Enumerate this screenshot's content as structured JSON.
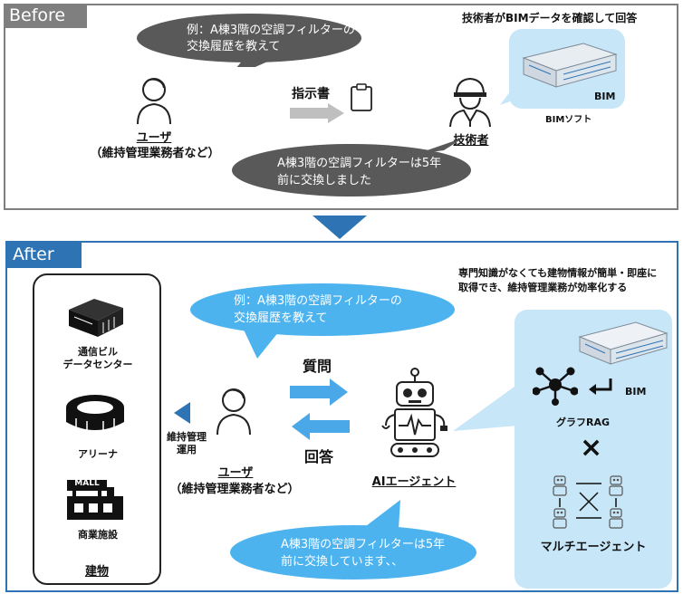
{
  "before": {
    "tab_label": "Before",
    "top_note": "技術者がBIMデータを確認して回答",
    "question_bubble": [
      "例：A棟3階の空調フィルターの",
      "交換履歴を教えて"
    ],
    "user_label": "ユーザ",
    "user_sub": "（維持管理業務者など）",
    "instruction_label": "指示書",
    "engineer_label": "技術者",
    "answer_bubble": [
      "A棟3階の空調フィルターは5年",
      "前に交換しました"
    ],
    "bim_tag": "BIM",
    "bim_soft_label": "BIMソフト"
  },
  "after": {
    "tab_label": "After",
    "top_note": [
      "専門知識がなくても建物情報が簡単・即座に",
      "取得でき、維持管理業務が効率化する"
    ],
    "question_bubble": [
      "例：A棟3階の空調フィルターの",
      "交換履歴を教えて"
    ],
    "question_label": "質問",
    "answer_label": "回答",
    "ops_label": [
      "維持管理",
      "運用"
    ],
    "user_label": "ユーザ",
    "user_sub": "（維持管理業務者など）",
    "ai_label": "AIエージェント",
    "answer_bubble": [
      "A棟3階の空調フィルターは5年",
      "前に交換しています、、"
    ],
    "buildings": [
      {
        "label": [
          "通信ビル",
          "データセンター"
        ],
        "icon": "datacenter-icon"
      },
      {
        "label": [
          "アリーナ"
        ],
        "icon": "arena-icon"
      },
      {
        "label": [
          "商業施設"
        ],
        "icon": "mall-icon"
      }
    ],
    "mall_sign": "MALL",
    "buildings_title": "建物",
    "bim_tag": "BIM",
    "graph_rag_label": "グラフRAG",
    "cross": "×",
    "multi_agent_label": "マルチエージェント"
  },
  "colors": {
    "before_frame": "#7f7f7f",
    "after_frame": "#2e74b5",
    "bubble_gray": "#595959",
    "bubble_blue": "#4db3ef",
    "arrow_blue": "#4aa8e8",
    "ai_panel_bg": "#c7e6f8",
    "transition_arrow": "#2e74b5"
  }
}
